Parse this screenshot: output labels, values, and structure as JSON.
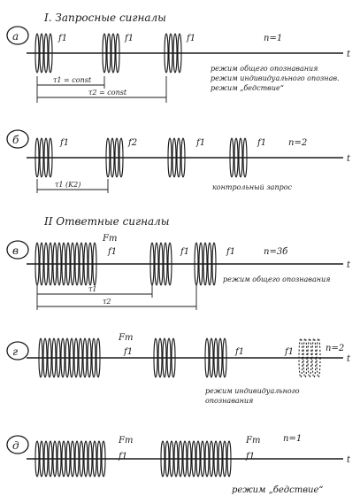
{
  "section1": {
    "heading": "I. Запросные сигналы"
  },
  "section2": {
    "heading": "II Ответные сигналы"
  },
  "diagrams": [
    {
      "id": "a",
      "letter": "а",
      "n_label": "n=1",
      "t_label": "t",
      "labels": [
        "f1",
        "f1",
        "f1"
      ],
      "intervals": [
        "τ1 = const",
        "τ2 = const"
      ],
      "notes": [
        "режим общего опознавания",
        "режим индивидуального опознав.",
        "режим „бедствие“"
      ]
    },
    {
      "id": "b",
      "letter": "б",
      "n_label": "n=2",
      "t_label": "t",
      "labels": [
        "f1",
        "f2",
        "f1",
        "f1"
      ],
      "intervals": [
        "τ1 (K2)"
      ],
      "notes": [
        "контрольный запрос"
      ]
    },
    {
      "id": "v",
      "letter": "в",
      "n_label": "n=3б",
      "t_label": "t",
      "labels": [
        "Fm",
        "f1",
        "f1",
        "f1"
      ],
      "intervals": [
        "τ1",
        "τ2"
      ],
      "notes": [
        "режим общего опознавания"
      ]
    },
    {
      "id": "g",
      "letter": "г",
      "n_label": "n=2",
      "t_label": "t",
      "labels": [
        "Fm",
        "f1",
        "f1",
        "f1"
      ],
      "intervals": [],
      "notes": [
        "режим индивидуального",
        "опознавания"
      ]
    },
    {
      "id": "d",
      "letter": "д",
      "n_label": "n=1",
      "t_label": "t",
      "labels": [
        "Fm",
        "f1",
        "Fm",
        "f1"
      ],
      "intervals": [],
      "notes": [
        "режим „бедствие“"
      ]
    }
  ]
}
